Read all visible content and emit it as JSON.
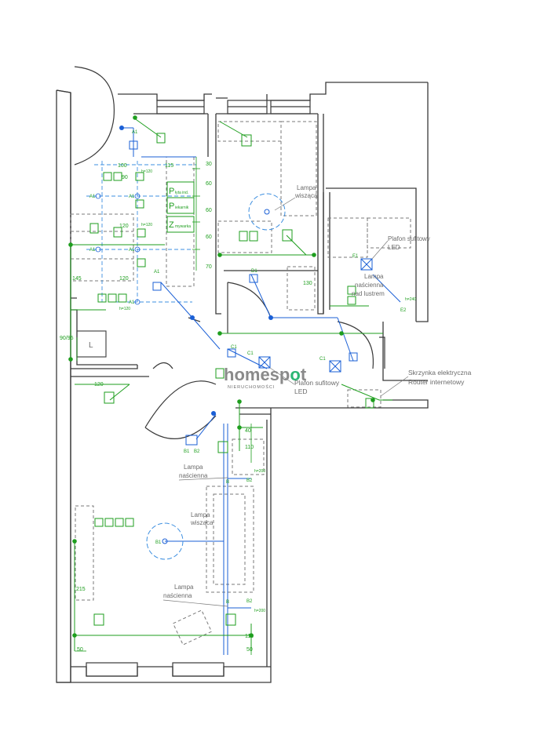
{
  "watermark": {
    "brand_part1": "homesp",
    "brand_o": "o",
    "brand_part2": "t",
    "sub": "NIERUCHOMOŚCI"
  },
  "labels": {
    "lampa_wiszaca_top_1": "Lampa",
    "lampa_wiszaca_top_2": "wisząca",
    "plafon_sufitowy_1": "Plafon sufitowy",
    "plafon_sufitowy_2": "LED",
    "lampa_nascienna_lustro_1": "Lampa",
    "lampa_nascienna_lustro_2": "naścienna",
    "lampa_nascienna_lustro_3": "nad lustrem",
    "skrzynka_1": "Skrzynka elektryczna",
    "skrzynka_2": "Router internetowy",
    "plafon_center_1": "Plafon sufitowy",
    "plafon_center_2": "LED",
    "lampa_nascienna_mid_1": "Lampa",
    "lampa_nascienna_mid_2": "naścienna",
    "lampa_wiszaca_room_1": "Lampa",
    "lampa_wiszaca_room_2": "wisząca",
    "lampa_nascienna_low_1": "Lampa",
    "lampa_nascienna_low_2": "naścienna",
    "kitchen_p1": "P",
    "kitchen_p1_sub": "łyta ind.",
    "kitchen_p2": "P",
    "kitchen_p2_sub": "iekarnik",
    "kitchen_z": "Z",
    "kitchen_z_sub": "mywarka",
    "fridge": "L"
  },
  "dimensions": {
    "d100": "100",
    "d115": "115",
    "d30": "30",
    "d60a": "60",
    "d60b": "60",
    "d60c": "60",
    "d70": "70",
    "d90": "90",
    "d120a": "120",
    "d120b": "120",
    "d145": "145",
    "d130": "130",
    "d9095": "90/95",
    "d120c": "120",
    "d40": "40",
    "d110a": "110",
    "d215": "215",
    "d50a": "50",
    "d110b": "110",
    "d50b": "50",
    "h120a": "h=120",
    "h120b": "h=120",
    "h120c": "h=120",
    "h200a": "h=200",
    "h200b": "h=200",
    "h240": "h=240"
  },
  "tags": {
    "A1a": "A1",
    "A1b": "A1",
    "A1c": "A1",
    "A1d": "A1",
    "A1e": "A1",
    "A1f": "A1",
    "A1g": "A1",
    "B1a": "B1",
    "B2a": "B2",
    "Ba": "B",
    "B2b": "B2",
    "B1b": "B1",
    "Bb": "B",
    "B2c": "B2",
    "C1a": "C1",
    "C1b": "C1",
    "C1c": "C1",
    "D1": "D1",
    "E1": "E1",
    "E2": "E2"
  },
  "colors": {
    "wall": "#3a3a3a",
    "green": "#1e9e1e",
    "blue": "#1a5fd6",
    "lightblue": "#3d8fe0",
    "gray": "#7a7a7a"
  }
}
